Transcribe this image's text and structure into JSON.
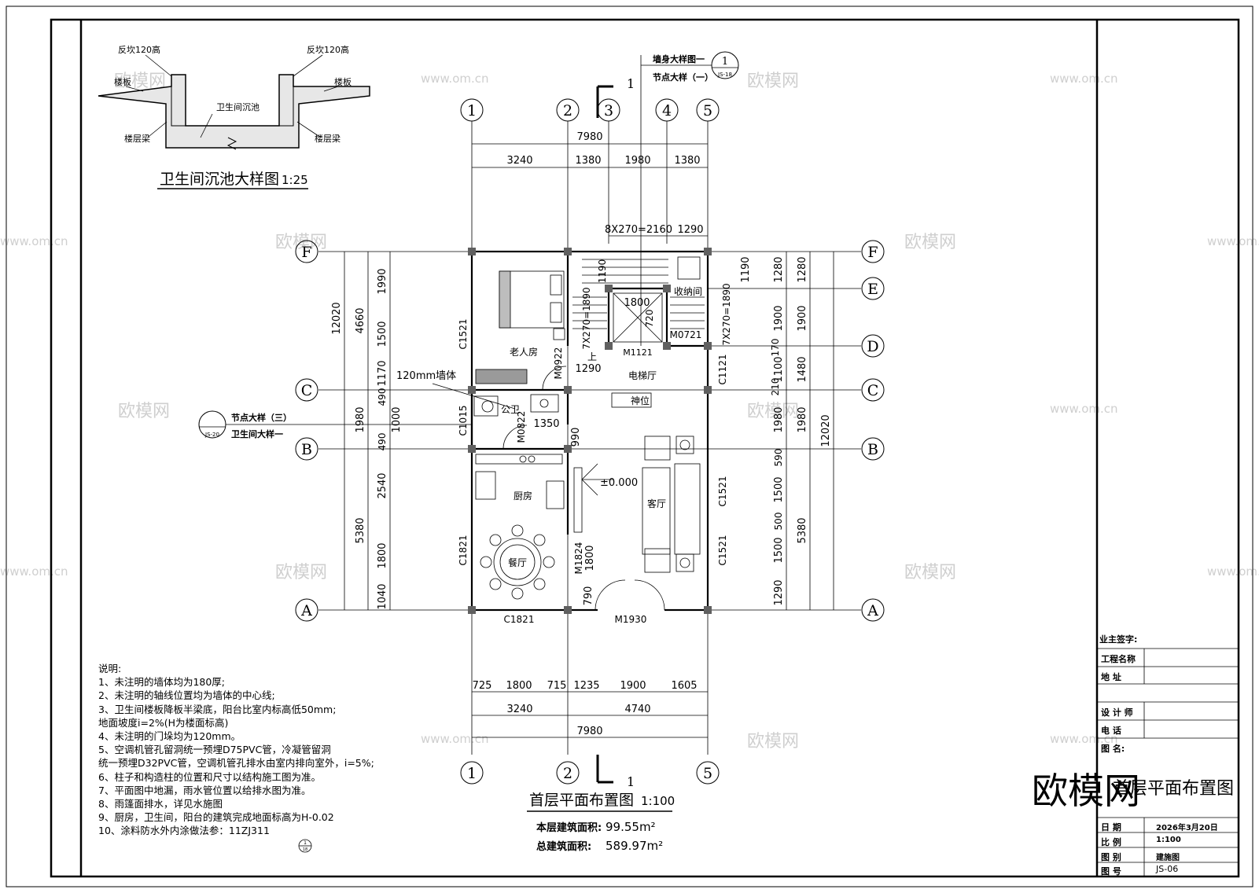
{
  "drawing": {
    "title": "首层平面布置图",
    "scale": "1:100",
    "area_label": "本层建筑面积:",
    "area_value": "99.55m²",
    "total_label": "总建筑面积:",
    "total_value": "589.97m²"
  },
  "detail": {
    "title": "卫生间沉池大样图",
    "scale": "1:25",
    "label_top_left": "反坎120高",
    "label_top_right": "反坎120高",
    "slab_left": "楼板",
    "slab_right": "楼板",
    "pit": "卫生间沉池",
    "beam_left": "楼层梁",
    "beam_right": "楼层梁"
  },
  "callouts": {
    "wall_detail_1": "墙身大样图一",
    "node_detail_1": "节点大样（一）",
    "callout_num_1": "1",
    "callout_sheet_1": "JS-18",
    "node_detail_3": "节点大样（三）",
    "toilet_detail": "卫生间大样一",
    "callout_sheet_3": "JS-20",
    "section_mark": "1"
  },
  "axes": {
    "cols": [
      "1",
      "2",
      "3",
      "4",
      "5"
    ],
    "rows": [
      "F",
      "E",
      "D",
      "C",
      "B",
      "A"
    ]
  },
  "dims_top": {
    "total": "7980",
    "segments": [
      "3240",
      "1380",
      "1980",
      "1380"
    ],
    "stair": "8X270=2160",
    "stair_right": "1290"
  },
  "dims_bottom": {
    "segments": [
      "725",
      "1800",
      "715",
      "1235",
      "1900",
      "1605"
    ],
    "mid": [
      "3240",
      "4740"
    ],
    "total": "7980"
  },
  "dims_left": {
    "outer": [
      "4660",
      "1980",
      "5380"
    ],
    "inner": [
      "1990",
      "1500",
      "1170",
      "490",
      "1000",
      "490",
      "2540",
      "1800",
      "1040"
    ],
    "total": "12020"
  },
  "dims_right": {
    "inner": [
      "1190",
      "1890",
      "170",
      "1100",
      "210",
      "1980",
      "590",
      "1500",
      "500",
      "1500",
      "1290"
    ],
    "mid": [
      "1280",
      "1900",
      "1480",
      "1980",
      "5380"
    ],
    "total": "12020",
    "stair_run": "7X270=1890"
  },
  "rooms": {
    "elder_room": "老人房",
    "stair_storage": "收纳间",
    "elevator_hall": "电梯厅",
    "shrine": "神位",
    "public_wc": "公卫",
    "kitchen": "厨房",
    "dining": "餐厅",
    "living": "客厅",
    "up": "上",
    "level": "±0.000",
    "wall_note": "120mm墙体"
  },
  "openings": {
    "c1521_a": "C1521",
    "c1015": "C1015",
    "c1821_side": "C1821",
    "c1821_bottom": "C1821",
    "m1930": "M1930",
    "m0922": "M0922",
    "m0822": "M0822",
    "m1121": "M1121",
    "m0721": "M0721",
    "c1121": "C1121",
    "c1521_b": "C1521",
    "c1521_c": "C1521",
    "m1824": "M1824",
    "inner_dims": [
      "1290",
      "1350",
      "990",
      "1800",
      "790",
      "1800",
      "720",
      "7X270=1890",
      "1190"
    ]
  },
  "notes": {
    "heading": "说明:",
    "items": [
      "1、未注明的墙体均为180厚;",
      "2、未注明的轴线位置均为墙体的中心线;",
      "3、卫生间楼板降板半梁底，阳台比室内标高低50mm;",
      "   地面坡度i=2%(H为楼面标高)",
      "4、未注明的门垛均为120mm。",
      "5、空调机管孔留洞统一预埋D75PVC管，冷凝管留洞",
      "   统一预埋D32PVC管，空调机管孔排水由室内排向室外，i=5%;",
      "6、柱子和构造柱的位置和尺寸以结构施工图为准。",
      "7、平面图中地漏，雨水管位置以给排水图为准。",
      "8、雨篷面排水，详见水施图",
      "9、厨房，卫生间，阳台的建筑完成地面标高为H-0.02",
      "10、涂料防水外内涂做法参：11ZJ311"
    ],
    "ref_top": "1",
    "ref_bottom": "18"
  },
  "title_block": {
    "owner_sign": "业主签字:",
    "project_name": "工程名称",
    "address": "地    址",
    "designer": "设 计 师",
    "phone": "电    话",
    "drawing_name_label": "图    名:",
    "drawing_name": "首层平面布置图",
    "date_label": "日    期",
    "date": "2026年3月20日",
    "scale_label": "比    例",
    "scale": "1:100",
    "category_label": "图    别",
    "category": "建施图",
    "number_label": "图    号",
    "number": "JS-06"
  },
  "watermark": {
    "cn": "欧模网",
    "url": "www.om.cn",
    "big": "欧模网"
  }
}
